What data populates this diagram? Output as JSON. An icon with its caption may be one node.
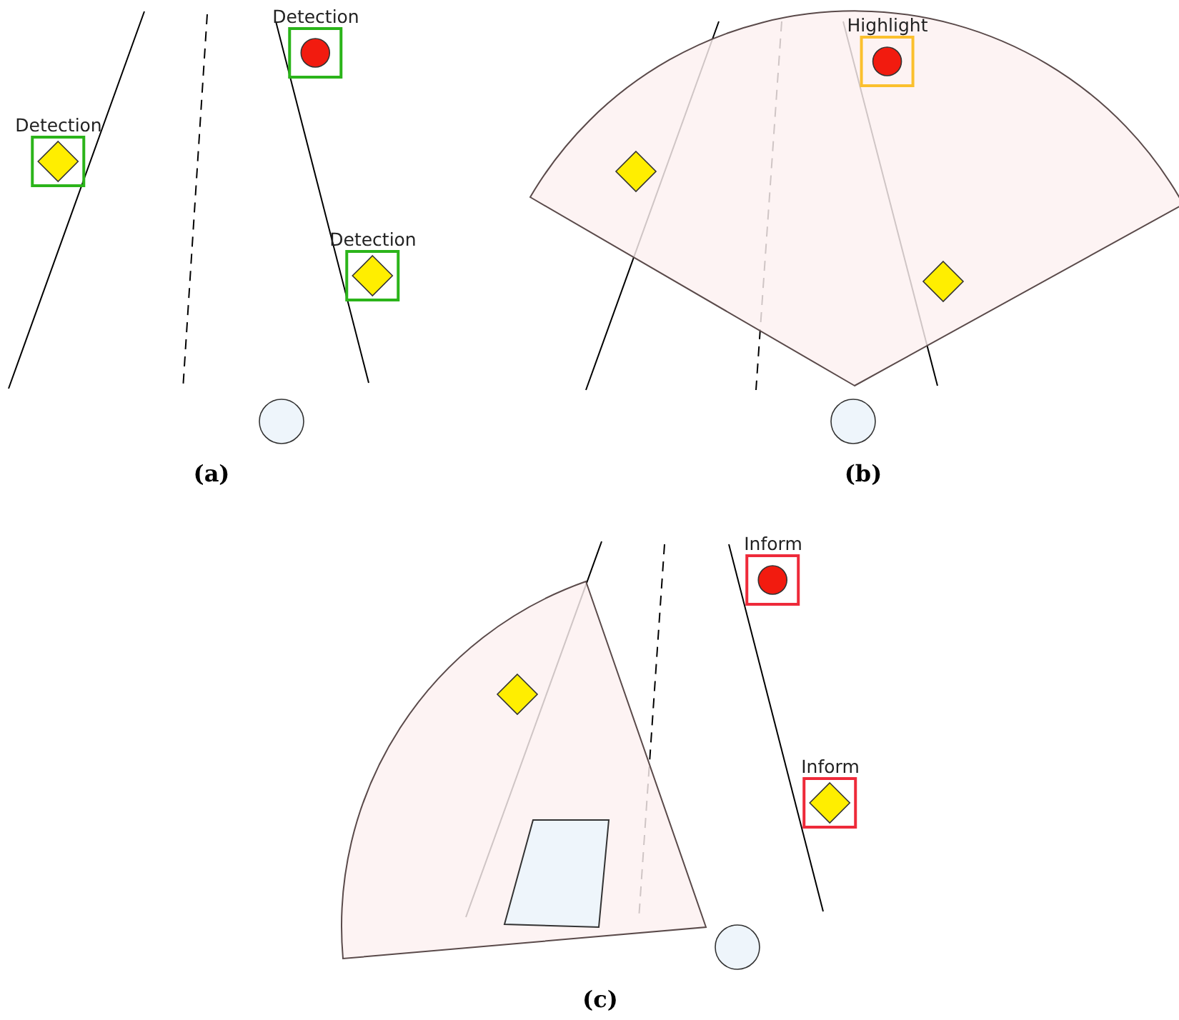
{
  "diagram": {
    "nodes": [
      {
        "text": [
          "Detection"
        ]
      },
      {
        "text": [
          "Detection"
        ]
      },
      {
        "text": [
          "Detection"
        ]
      },
      {
        "text": [
          "Highlight"
        ]
      },
      {
        "text": [
          "Inform"
        ]
      },
      {
        "text": [
          "Inform"
        ]
      }
    ],
    "edges": [],
    "labels": [
      "(a)",
      "(b)",
      "(c)"
    ]
  }
}
